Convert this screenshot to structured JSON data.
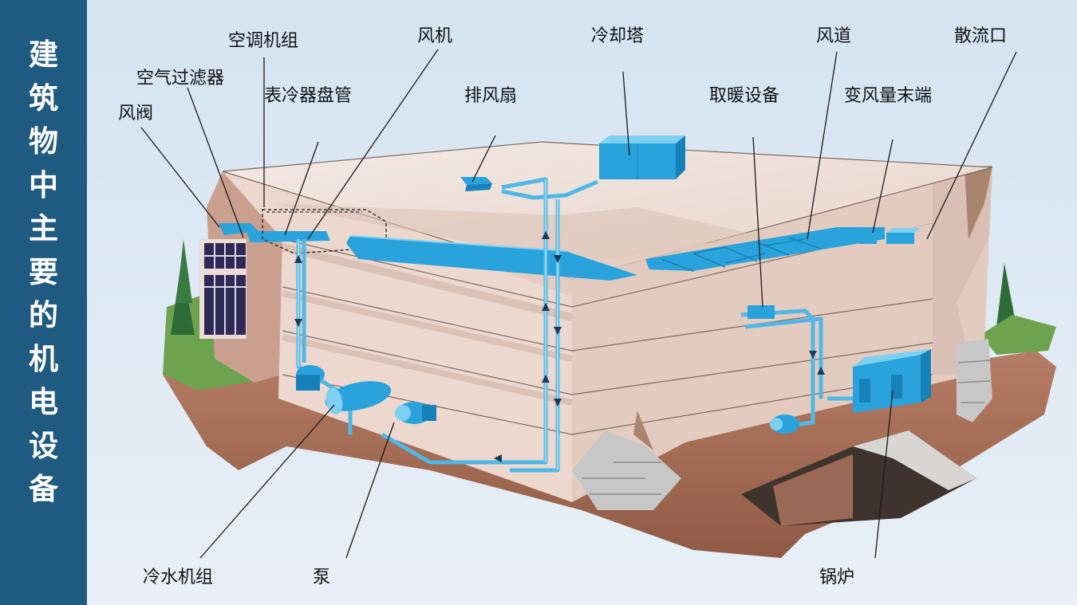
{
  "sidebar": {
    "title_chars": [
      "建",
      "筑",
      "物",
      "中",
      "主",
      "要",
      "的",
      "机",
      "电",
      "设",
      "备"
    ]
  },
  "labels": {
    "kongtiao_jizu": "空调机组",
    "fengji": "风机",
    "lengque_ta": "冷却塔",
    "fengdao": "风道",
    "sanliukou": "散流口",
    "kongqi_guolvqi": "空气过滤器",
    "biaolengqi_panguan": "表冷器盘管",
    "paifengshan": "排风扇",
    "qunuan_shebei": "取暖设备",
    "bianfengliang_moduan": "变风量末端",
    "fengfa": "风阀",
    "lengshui_jizu": "冷水机组",
    "beng": "泵",
    "guolu": "锅炉"
  },
  "colors": {
    "sidebar_bg": "#1f5a80",
    "equipment_blue": "#2aa3dc",
    "pipe_blue": "#4fb8e6",
    "wall": "#ecd8cf",
    "wall_shadow": "#d9bfb4",
    "ground": "#a06b52"
  }
}
